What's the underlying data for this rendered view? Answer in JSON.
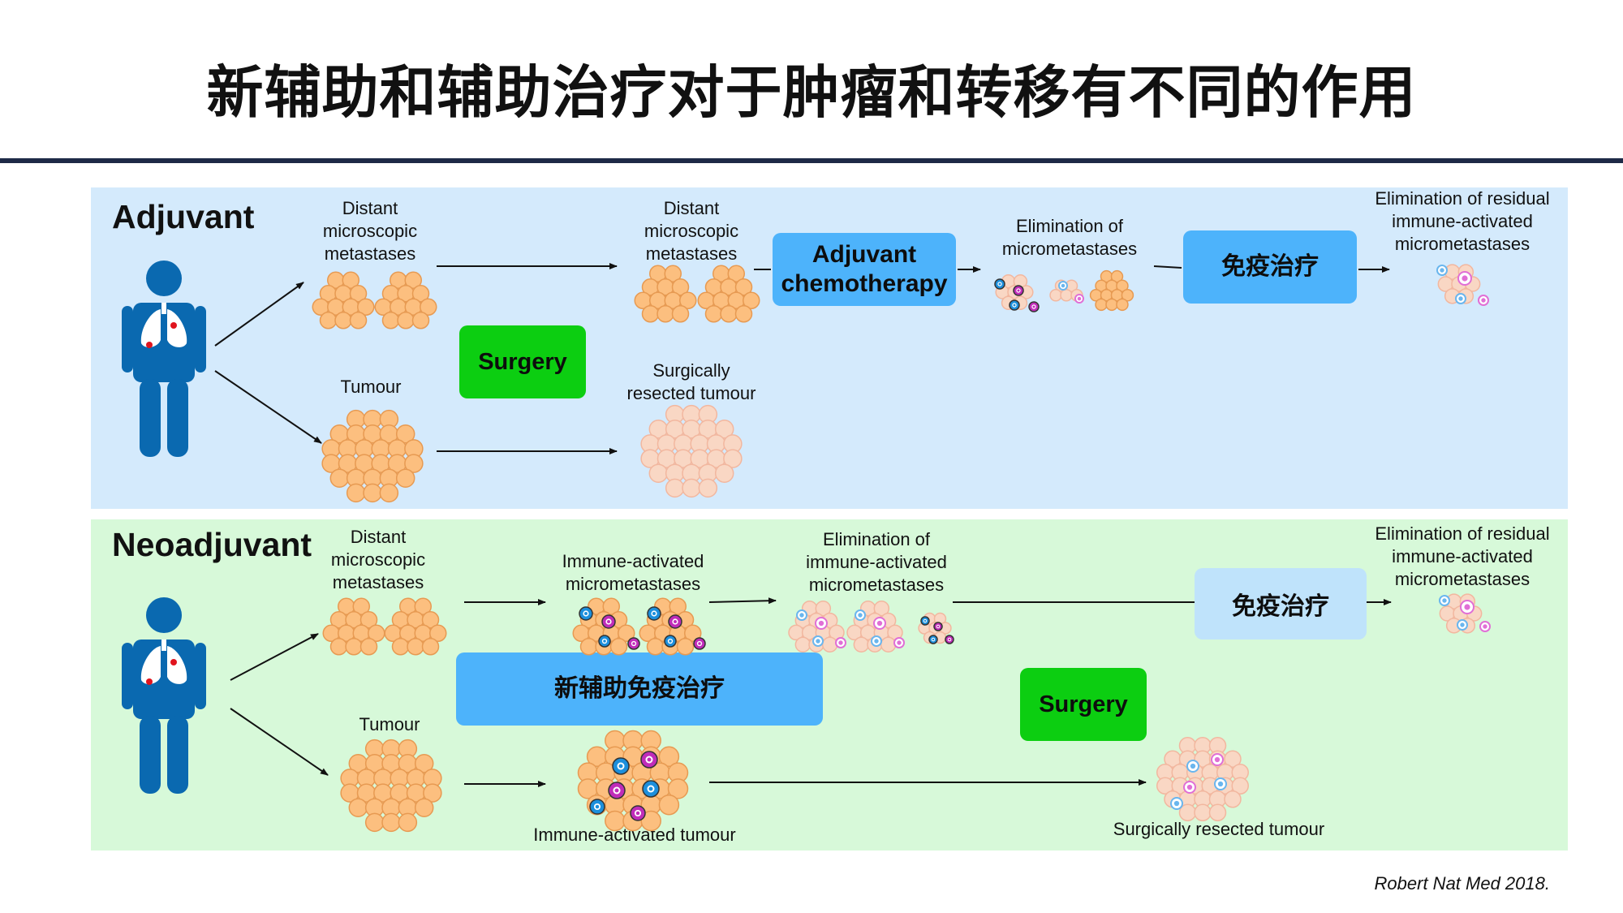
{
  "title": "新辅助和辅助治疗对于肿瘤和转移有不同的作用",
  "adjuvant": {
    "label": "Adjuvant",
    "distant_1": [
      "Distant",
      "microscopic",
      "metastases"
    ],
    "tumour": "Tumour",
    "surgery": "Surgery",
    "distant_2": [
      "Distant",
      "microscopic",
      "metastases"
    ],
    "resected": [
      "Surgically",
      "resected tumour"
    ],
    "chemo": [
      "Adjuvant",
      "chemotherapy"
    ],
    "elimination": [
      "Elimination of",
      "micrometastases"
    ],
    "immuno": "免疫治疗",
    "residual": [
      "Elimination of residual",
      "immune-activated",
      "micrometastases"
    ]
  },
  "neoadjuvant": {
    "label": "Neoadjuvant",
    "distant": [
      "Distant",
      "microscopic",
      "metastases"
    ],
    "tumour": "Tumour",
    "immune_micro": [
      "Immune-activated",
      "micrometastases"
    ],
    "neo_immuno": "新辅助免疫治疗",
    "immune_tumour": "Immune-activated tumour",
    "elimination": [
      "Elimination of",
      "immune-activated",
      "micrometastases"
    ],
    "surgery": "Surgery",
    "resected": "Surgically resected tumour",
    "immuno": "免疫治疗",
    "residual": [
      "Elimination of residual",
      "immune-activated",
      "micrometastases"
    ]
  },
  "citation": "Robert Nat Med 2018.",
  "colors": {
    "adjuvant_bg": "#d4eafc",
    "neoadjuvant_bg": "#d7f9d9",
    "box_blue": "#4db3fb",
    "box_lightblue": "#bfe3fb",
    "box_green": "#0cce11",
    "human": "#0a69b0",
    "cell": "#fcbf7f",
    "cell_faded": "#f9d7c4",
    "t_cell_blue": "#1c8fdc",
    "t_cell_purple": "#c02cb9"
  }
}
